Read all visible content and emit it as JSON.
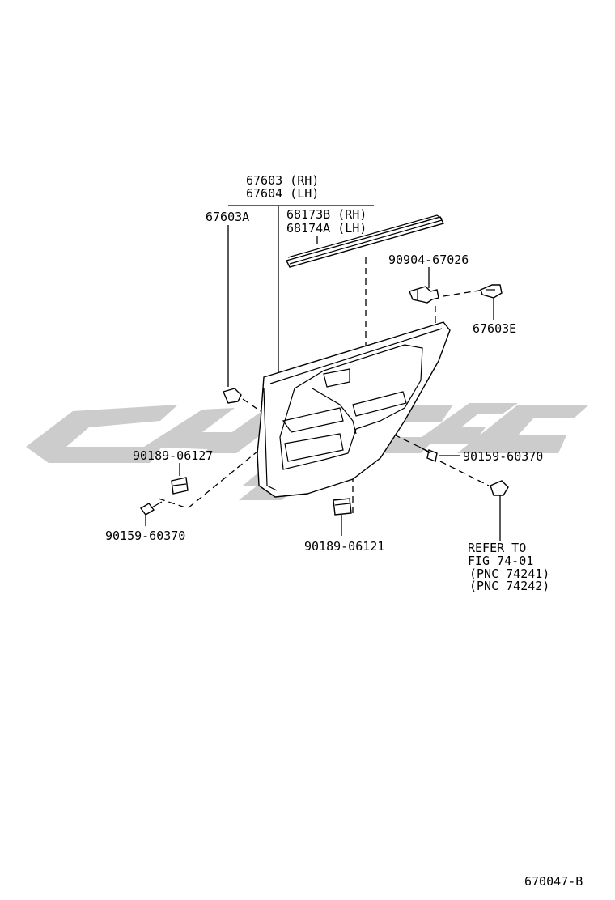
{
  "labels": {
    "trim_board_rh": "67603 (RH)",
    "trim_board_lh": "67604 (LH)",
    "trim_sub_a": "67603A",
    "weatherstrip_rh": "68173B (RH)",
    "weatherstrip_lh": "68174A (LH)",
    "clip_90904": "90904-67026",
    "trim_sub_e": "67603E",
    "nut_90189_06127": "90189-06127",
    "screw_left": "90159-60370",
    "screw_right": "90159-60370",
    "nut_90189_06121": "90189-06121",
    "refer_line1": "REFER TO",
    "refer_line2": "FIG 74-01",
    "refer_line3": "(PNC 74241)",
    "refer_line4": "(PNC 74242)"
  },
  "figure_number": "670047-B",
  "colors": {
    "line": "#000000",
    "watermark": "#cccccc",
    "background": "#ffffff"
  }
}
